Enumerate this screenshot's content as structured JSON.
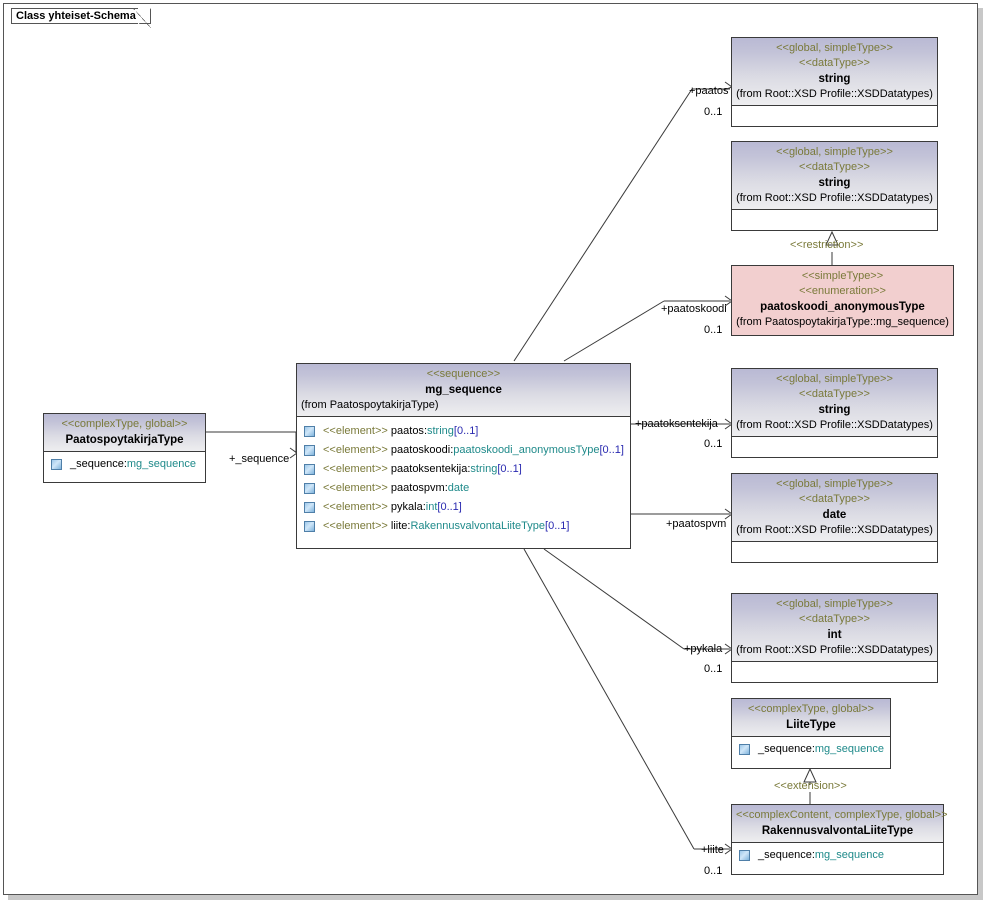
{
  "frame": {
    "title": "Class yhteiset-Schema"
  },
  "classes": {
    "paatospoytakirja": {
      "stereotype": "<<complexType, global>>",
      "name": "PaatospoytakirjaType",
      "attributes": [
        {
          "icon": "attribute-icon",
          "name": "_sequence",
          "sep": ":",
          "type": "mg_sequence"
        }
      ]
    },
    "mg_sequence": {
      "stereotype": "<<sequence>>",
      "name": "mg_sequence",
      "from": "(from PaatospoytakirjaType)",
      "elements": [
        {
          "kw": "<<element>>",
          "name": "paatos",
          "sep": ":",
          "type": "string",
          "mult": "[0..1]"
        },
        {
          "kw": "<<element>>",
          "name": "paatoskoodi",
          "sep": ":",
          "type": "paatoskoodi_anonymousType",
          "mult": "[0..1]"
        },
        {
          "kw": "<<element>>",
          "name": "paatoksentekija",
          "sep": ":",
          "type": "string",
          "mult": "[0..1]"
        },
        {
          "kw": "<<element>>",
          "name": "paatospvm",
          "sep": ":",
          "type": "date",
          "mult": ""
        },
        {
          "kw": "<<element>>",
          "name": "pykala",
          "sep": ":",
          "type": "int",
          "mult": "[0..1]"
        },
        {
          "kw": "<<element>>",
          "name": "liite",
          "sep": ":",
          "type": "RakennusvalvontaLiiteType",
          "mult": "[0..1]"
        }
      ]
    },
    "string_paatos": {
      "stereotype1": "<<global, simpleType>>",
      "stereotype2": "<<dataType>>",
      "name": "string",
      "from": "(from Root::XSD Profile::XSDDatatypes)"
    },
    "string_restricted": {
      "stereotype1": "<<global, simpleType>>",
      "stereotype2": "<<dataType>>",
      "name": "string",
      "from": "(from Root::XSD Profile::XSDDatatypes)"
    },
    "paatoskoodi_enum": {
      "stereotype1": "<<simpleType>>",
      "stereotype2": "<<enumeration>>",
      "name": "paatoskoodi_anonymousType",
      "from": "(from PaatospoytakirjaType::mg_sequence)"
    },
    "string_tekija": {
      "stereotype1": "<<global, simpleType>>",
      "stereotype2": "<<dataType>>",
      "name": "string",
      "from": "(from Root::XSD Profile::XSDDatatypes)"
    },
    "date_pvm": {
      "stereotype1": "<<global, simpleType>>",
      "stereotype2": "<<dataType>>",
      "name": "date",
      "from": "(from Root::XSD Profile::XSDDatatypes)"
    },
    "int_pykala": {
      "stereotype1": "<<global, simpleType>>",
      "stereotype2": "<<dataType>>",
      "name": "int",
      "from": "(from Root::XSD Profile::XSDDatatypes)"
    },
    "liitetype": {
      "stereotype": "<<complexType, global>>",
      "name": "LiiteType",
      "attributes": [
        {
          "icon": "attribute-icon",
          "name": "_sequence",
          "sep": ":",
          "type": "mg_sequence"
        }
      ]
    },
    "rakennusvalvontaliitetype": {
      "stereotype": "<<complexContent, complexType, global>>",
      "name": "RakennusvalvontaLiiteType",
      "attributes": [
        {
          "icon": "attribute-icon",
          "name": "_sequence",
          "sep": ":",
          "type": "mg_sequence"
        }
      ]
    }
  },
  "connectors": {
    "sequence_role": "+_sequence",
    "paatos_role": "+paatos",
    "paatos_mult": "0..1",
    "paatoskoodi_role": "+paatoskoodi",
    "paatoskoodi_mult": "0..1",
    "paatoksentekija_role": "+paatoksentekija",
    "paatoksentekija_mult": "0..1",
    "paatospvm_role": "+paatospvm",
    "pykala_role": "+pykala",
    "pykala_mult": "0..1",
    "liite_role": "+liite",
    "liite_mult": "0..1",
    "restriction_tag": "<<restriction>>",
    "extension_tag": "<<extension>>"
  },
  "colors": {
    "header_top": "#b9b9d4",
    "header_bottom": "#eeeef0",
    "enum_fill": "#f2cfcf",
    "stereotype_text": "#7a7a3a",
    "type_text": "#1f8a8a",
    "multiplicity_text": "#2a2ab0",
    "border": "#3a3a3a"
  }
}
